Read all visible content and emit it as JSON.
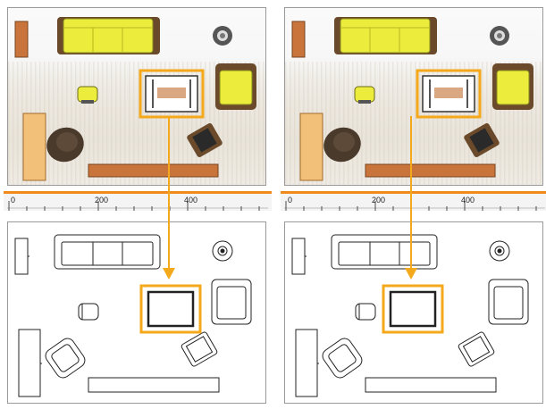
{
  "ruler": {
    "ticks": [
      "0",
      "200",
      "400"
    ]
  },
  "colors": {
    "highlight": "#f4a81b",
    "sofa_yellow": "#ecec3c",
    "wood": "#c8743a",
    "ruler_accent": "#f08a1c",
    "chair_brown": "#4a3a2c",
    "desk_orange": "#f3c07a"
  },
  "panels": [
    {
      "id": "left",
      "render_items": [
        "sofa",
        "side-table",
        "floor-lamp",
        "armchair-yellow",
        "small-chair-yellow",
        "coffee-table",
        "desk",
        "lounge-chair-brown",
        "recliner",
        "tv-console"
      ]
    },
    {
      "id": "right",
      "render_items": [
        "sofa",
        "side-table",
        "floor-lamp",
        "armchair-yellow",
        "small-chair-yellow",
        "coffee-table",
        "desk",
        "lounge-chair-brown",
        "recliner",
        "tv-console"
      ]
    }
  ]
}
